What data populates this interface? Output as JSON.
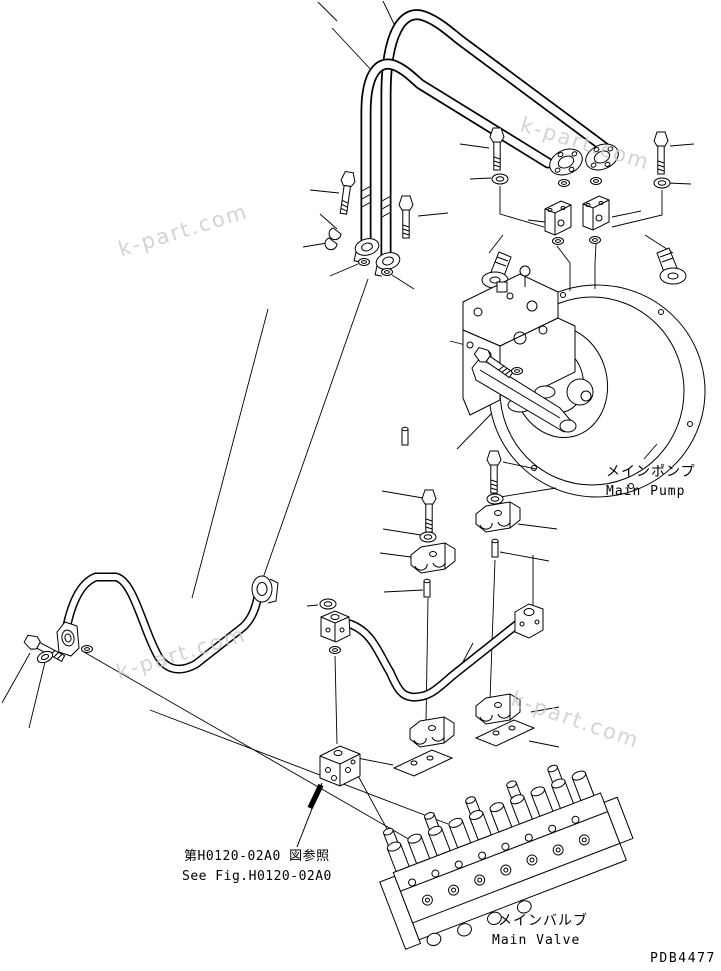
{
  "diagram": {
    "part_number": "PDB4477",
    "pump_label_jp": "メインポンプ",
    "pump_label_en": "Main Pump",
    "valve_label_jp": "メインバルブ",
    "valve_label_en": "Main Valve",
    "reference_note_jp": "第H0120-02A0 図参照",
    "reference_note_en": "See Fig.H0120-02A0"
  },
  "watermark": {
    "text": "k-part.com",
    "color": "#c9c9c9"
  },
  "colors": {
    "background": "#ffffff",
    "line": "#000000"
  }
}
